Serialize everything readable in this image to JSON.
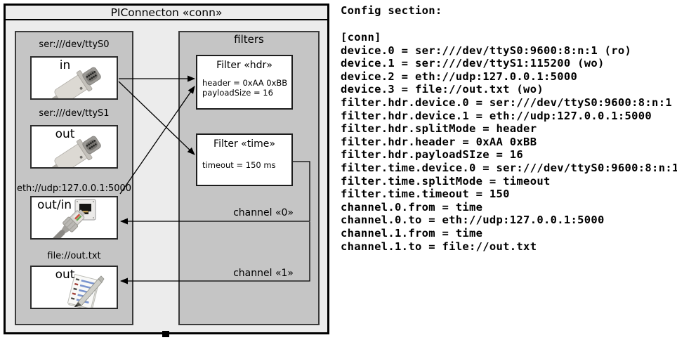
{
  "diagram": {
    "title": "PIConnecton «conn»",
    "filters_panel_title": "filters",
    "devices": [
      {
        "label": "ser:///dev/ttyS0",
        "port": "in",
        "icon": "serial-connector-icon"
      },
      {
        "label": "ser:///dev/ttyS1",
        "port": "out",
        "icon": "serial-connector-icon"
      },
      {
        "label": "eth://udp:127.0.0.1:5000",
        "port": "out/in",
        "icon": "ethernet-connector-icon"
      },
      {
        "label": "file://out.txt",
        "port": "out",
        "icon": "notepad-icon"
      }
    ],
    "filters": [
      {
        "title": "Filter «hdr»",
        "properties": [
          "header = 0xAA 0xBB",
          "payloadSize = 16"
        ]
      },
      {
        "title": "Filter «time»",
        "properties": [
          "timeout = 150 ms"
        ]
      }
    ],
    "channels": [
      {
        "label": "channel «0»"
      },
      {
        "label": "channel «1»"
      }
    ]
  },
  "config": {
    "heading": "Config section:",
    "lines": [
      "[conn]",
      "device.0 = ser:///dev/ttyS0:9600:8:n:1 (ro)",
      "device.1 = ser:///dev/ttyS1:115200 (wo)",
      "device.2 = eth://udp:127.0.0.1:5000",
      "device.3 = file://out.txt (wo)",
      "filter.hdr.device.0 = ser:///dev/ttyS0:9600:8:n:1",
      "filter.hdr.device.1 = eth://udp:127.0.0.1:5000",
      "filter.hdr.splitMode = header",
      "filter.hdr.header = 0xAA 0xBB",
      "filter.hdr.payloadSIze = 16",
      "filter.time.device.0 = ser:///dev/ttyS0:9600:8:n:1",
      "filter.time.splitMode = timeout",
      "filter.time.timeout = 150",
      "channel.0.from = time",
      "channel.0.to = eth://udp:127.0.0.1:5000",
      "channel.1.from = time",
      "channel.1.to = file://out.txt"
    ]
  },
  "colors": {
    "page_bg": "#ffffff",
    "diagram_bg": "#ececec",
    "panel_gray": "#c5c5c5",
    "box_bg": "#ffffff",
    "line_color": "#000000",
    "text_color": "#000000"
  }
}
